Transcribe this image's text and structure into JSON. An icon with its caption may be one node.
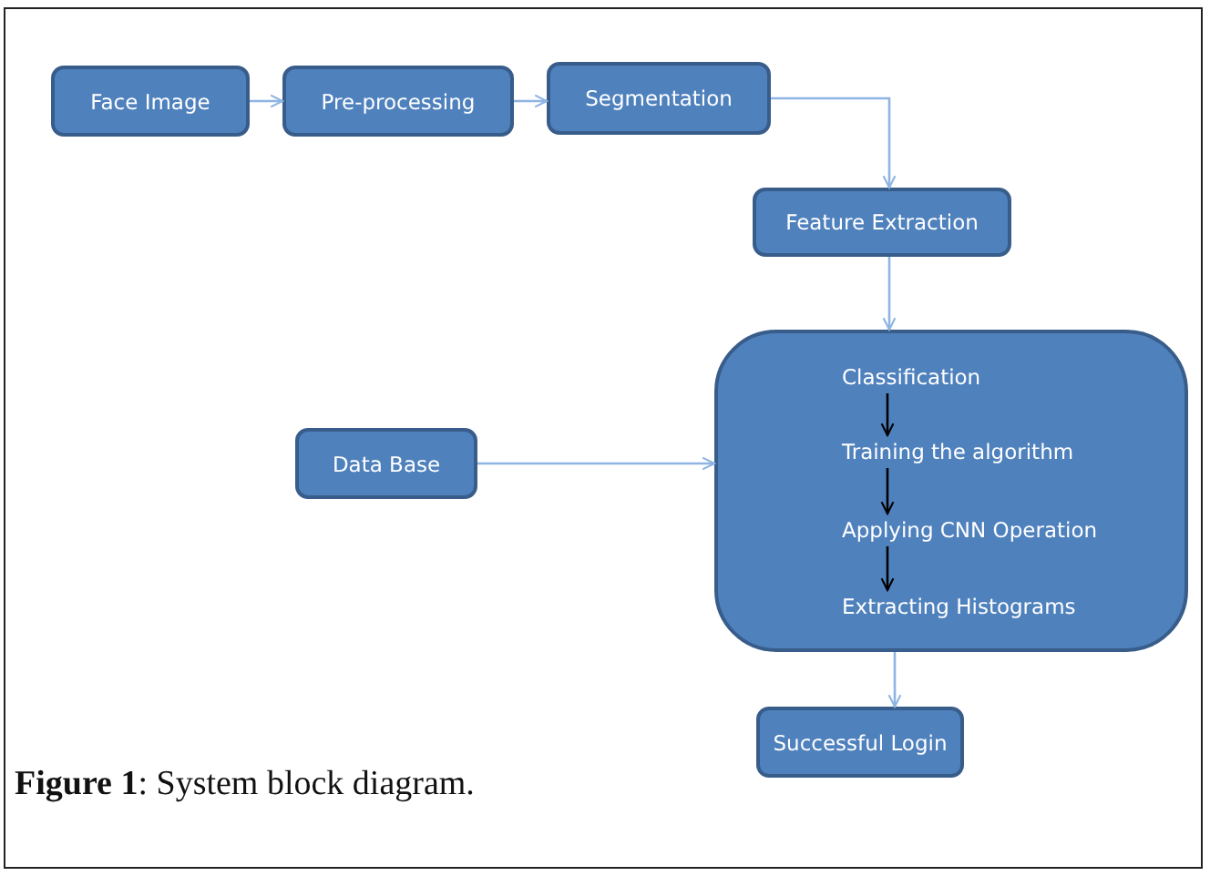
{
  "diagram": {
    "caption": "**Figure 1**: System block diagram.",
    "nodes": [
      {
        "text": [
          "Face Image"
        ]
      },
      {
        "text": [
          "Pre-processing"
        ]
      },
      {
        "text": [
          "Segmentation"
        ]
      },
      {
        "text": [
          "Feature Extraction"
        ]
      },
      {
        "text": [],
        "shape": "box"
      },
      {
        "text": [
          "Classification"
        ],
        "in": 4
      },
      {
        "text": [
          "Training the algorithm"
        ],
        "in": 4
      },
      {
        "text": [
          "Applying CNN Operation"
        ],
        "in": 4
      },
      {
        "text": [
          "Extracting Histograms"
        ],
        "in": 4
      },
      {
        "text": [
          "Data Base"
        ]
      },
      {
        "text": [
          "Successful Login"
        ]
      }
    ],
    "edges": [
      {
        "from": 0,
        "to": 1,
        "arrow": "to"
      },
      {
        "from": 1,
        "to": 2,
        "arrow": "to"
      },
      {
        "from": 2,
        "to": 3,
        "arrow": "to"
      },
      {
        "from": 3,
        "to": 4,
        "arrow": "to"
      },
      {
        "from": 9,
        "to": 4,
        "arrow": "to"
      },
      {
        "from": 5,
        "to": 6,
        "arrow": "to",
        "color": "#000000"
      },
      {
        "from": 6,
        "to": 7,
        "arrow": "to",
        "color": "#000000"
      },
      {
        "from": 7,
        "to": 8,
        "arrow": "to",
        "color": "#000000"
      },
      {
        "from": 4,
        "to": 10,
        "arrow": "to"
      }
    ]
  }
}
